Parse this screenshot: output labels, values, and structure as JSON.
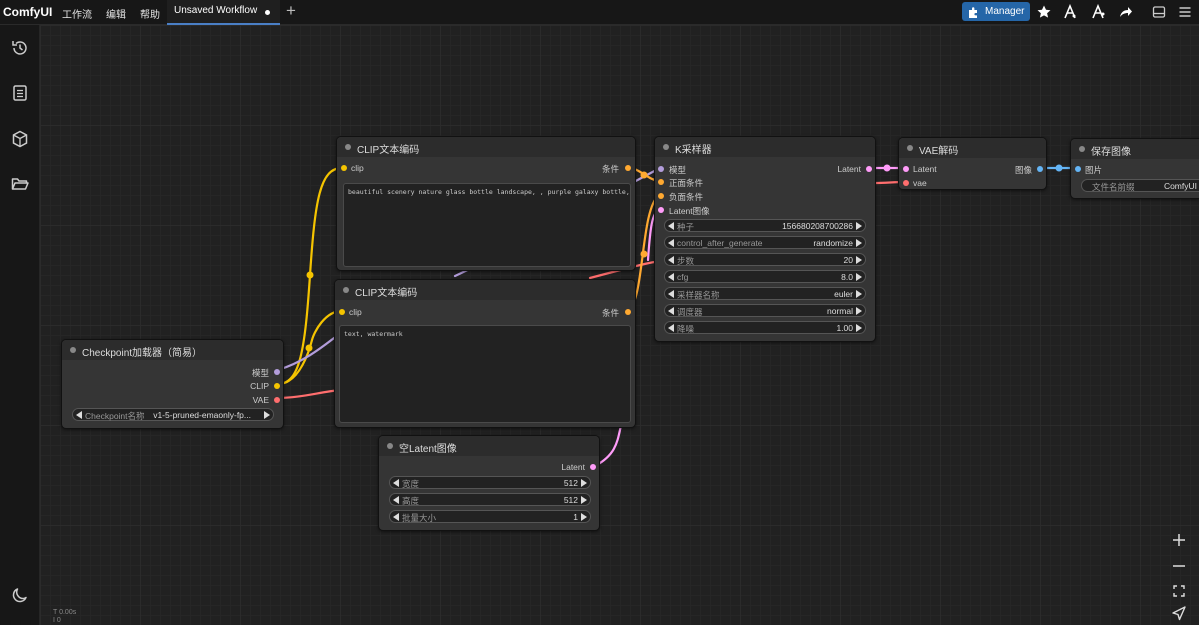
{
  "topbar": {
    "brand": "ComfyUI",
    "menu": [
      "工作流",
      "编辑",
      "帮助"
    ],
    "tab_title": "Unsaved Workflow",
    "manager_label": "Manager"
  },
  "sidebar": {
    "icons": [
      "history-icon",
      "queue-list-icon",
      "model-library-cube-icon",
      "workflows-folder-icon",
      "theme-moon-icon"
    ]
  },
  "nodes": {
    "clip_pos": {
      "title": "CLIP文本编码",
      "input": "clip",
      "output": "条件",
      "text": "beautiful scenery nature glass bottle landscape, , purple galaxy bottle,"
    },
    "clip_neg": {
      "title": "CLIP文本编码",
      "input": "clip",
      "output": "条件",
      "text": "text, watermark"
    },
    "checkpoint": {
      "title": "Checkpoint加载器（简易）",
      "outputs": [
        "模型",
        "CLIP",
        "VAE"
      ],
      "widget_label": "Checkpoint名称",
      "widget_value": "v1-5-pruned-emaonly-fp..."
    },
    "ksampler": {
      "title": "K采样器",
      "inputs": [
        "模型",
        "正面条件",
        "负面条件",
        "Latent图像"
      ],
      "output": "Latent",
      "widgets": [
        {
          "label": "种子",
          "value": "156680208700286"
        },
        {
          "label": "control_after_generate",
          "value": "randomize"
        },
        {
          "label": "步数",
          "value": "20"
        },
        {
          "label": "cfg",
          "value": "8.0"
        },
        {
          "label": "采样器名称",
          "value": "euler"
        },
        {
          "label": "调度器",
          "value": "normal"
        },
        {
          "label": "降噪",
          "value": "1.00"
        }
      ]
    },
    "vae_decode": {
      "title": "VAE解码",
      "inputs": [
        "Latent",
        "vae"
      ],
      "output": "图像"
    },
    "save_image": {
      "title": "保存图像",
      "input": "图片",
      "widget_label": "文件名前缀",
      "widget_value": "ComfyUI"
    },
    "empty_latent": {
      "title": "空Latent图像",
      "output": "Latent",
      "widgets": [
        {
          "label": "宽度",
          "value": "512"
        },
        {
          "label": "高度",
          "value": "512"
        },
        {
          "label": "批量大小",
          "value": "1"
        }
      ]
    }
  },
  "stats": {
    "line1": "T 0.00s",
    "line2": "I 0"
  },
  "colors": {
    "clip_link": "#f5c400",
    "model_link": "#b39ddb",
    "vae_link": "#ff6e6e",
    "latent_link": "#ff9cf9",
    "conditioning_link": "#ffa931",
    "image_link": "#64b5f6",
    "manager_bg": "#2566a8"
  }
}
